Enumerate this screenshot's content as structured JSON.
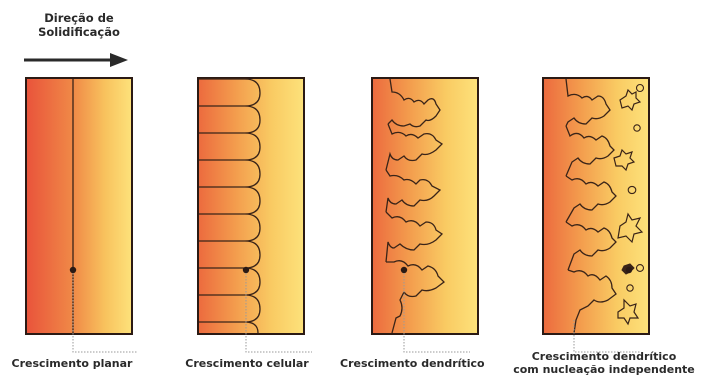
{
  "direction": {
    "label_line1": "Direção de",
    "label_line2": "Solidificação"
  },
  "panels": [
    {
      "caption": "Crescimento planar"
    },
    {
      "caption": "Crescimento celular"
    },
    {
      "caption": "Crescimento dendrítico"
    },
    {
      "caption_line1": "Crescimento dendrítico",
      "caption_line2": "com nucleação independente"
    }
  ],
  "colors": {
    "liquid_yellow": "#fce37a",
    "solid_orange": "#e8553a",
    "mid_orange": "#f29a4c",
    "outline": "#2b1a14",
    "arrow": "#2a2a2a",
    "leader_line": "#9a9a9a"
  }
}
